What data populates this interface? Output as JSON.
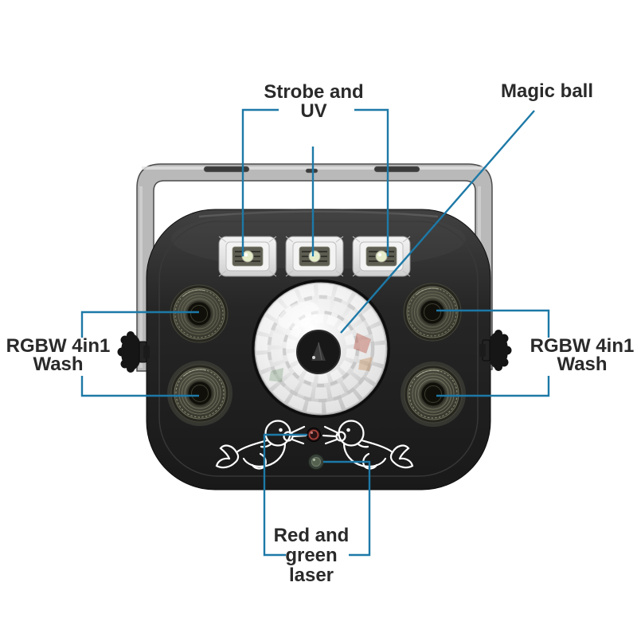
{
  "scene": {
    "background": "#ffffff",
    "subject": "black stage effect light with metal mounting bracket, annotated with callout labels"
  },
  "colors": {
    "callout_line": "#1d79a7",
    "label_text": "#2a2a2a",
    "device_body": "#232323",
    "bracket_metal": "#b9b9b9"
  },
  "labels": {
    "strobe_uv": {
      "line1": "Strobe and",
      "line2": "UV"
    },
    "magic_ball": "Magic ball",
    "wash_left": {
      "line1": "RGBW 4in1",
      "line2": "Wash"
    },
    "wash_right": {
      "line1": "RGBW 4in1",
      "line2": "Wash"
    },
    "laser": {
      "line1": "Red and",
      "line2": "green",
      "line3": "laser"
    }
  },
  "device": {
    "strobe_uv_led_count": 3,
    "magic_ball_count": 1,
    "wash_lens_count": 4,
    "laser_apertures": [
      "red",
      "green"
    ],
    "decals": "two seal line-art graphics"
  }
}
